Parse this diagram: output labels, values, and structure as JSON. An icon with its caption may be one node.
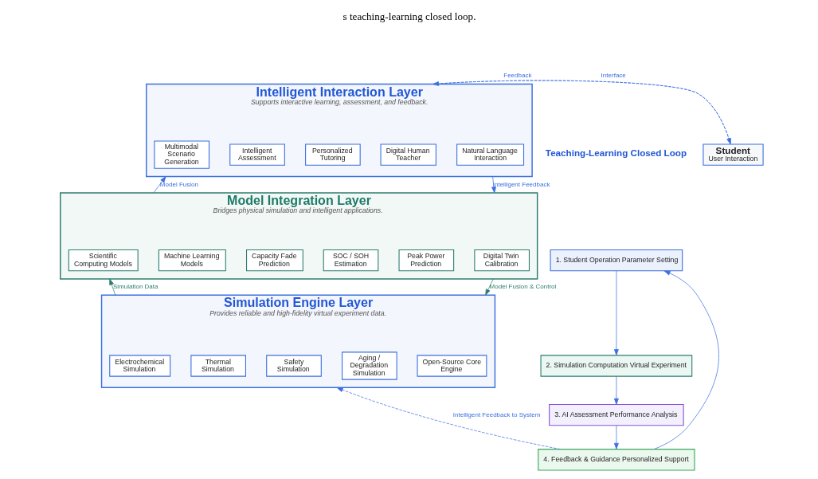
{
  "diagram": {
    "nodes": [
      {
        "text": [
          "Intelligent Interaction Layer",
          "Supports interactive learning, assessment, and feedback."
        ]
      },
      {
        "text": [
          "Multimodal Scenario Generation"
        ],
        "in": 0
      },
      {
        "text": [
          "Intelligent Assessment"
        ],
        "in": 0
      },
      {
        "text": [
          "Personalized Tutoring"
        ],
        "in": 0
      },
      {
        "text": [
          "Digital Human Teacher"
        ],
        "in": 0
      },
      {
        "text": [
          "Natural Language Interaction"
        ],
        "in": 0
      },
      {
        "text": [
          "Model Integration Layer",
          "Bridges physical simulation and intelligent applications."
        ]
      },
      {
        "text": [
          "Scientific Computing Models"
        ],
        "in": 6
      },
      {
        "text": [
          "Machine Learning Models"
        ],
        "in": 6
      },
      {
        "text": [
          "Capacity Fade Prediction"
        ],
        "in": 6
      },
      {
        "text": [
          "SOC / SOH Estimation"
        ],
        "in": 6
      },
      {
        "text": [
          "Peak Power Prediction"
        ],
        "in": 6
      },
      {
        "text": [
          "Digital Twin Calibration"
        ],
        "in": 6
      },
      {
        "text": [
          "Simulation Engine Layer",
          "Provides reliable and high-fidelity virtual experiment data."
        ]
      },
      {
        "text": [
          "Electrochemical Simulation"
        ],
        "in": 13
      },
      {
        "text": [
          "Thermal Simulation"
        ],
        "in": 13
      },
      {
        "text": [
          "Safety Simulation"
        ],
        "in": 13
      },
      {
        "text": [
          "Aging / Degradation Simulation"
        ],
        "in": 13
      },
      {
        "text": [
          "Open-Source Core Engine"
        ],
        "in": 13
      },
      {
        "text": [
          "Student",
          "User Interaction"
        ]
      },
      {
        "text": [
          "1. Student Operation Parameter Setting"
        ]
      },
      {
        "text": [
          "2. Simulation Computation Virtual Experiment"
        ]
      },
      {
        "text": [
          "3. AI Assessment Performance Analysis"
        ]
      },
      {
        "text": [
          "4. Feedback & Guidance Personalized Support"
        ]
      }
    ],
    "edges": [
      {
        "from": 0,
        "to": 19,
        "arrow": "to",
        "label": "Interface",
        "style": "dashed"
      },
      {
        "from": 19,
        "to": 0,
        "arrow": "to",
        "label": "Feedback",
        "style": "dashed"
      },
      {
        "from": 6,
        "to": 0,
        "arrow": "to",
        "label": "Model Fusion"
      },
      {
        "from": 0,
        "to": 6,
        "arrow": "to",
        "label": "Intelligent Feedback"
      },
      {
        "from": 13,
        "to": 6,
        "arrow": "to",
        "label": "Simulation Data",
        "color": "#2e7d6e"
      },
      {
        "from": 6,
        "to": 13,
        "arrow": "to",
        "label": "Model Fusion & Control",
        "color": "#2e7d6e"
      },
      {
        "from": 20,
        "to": 21,
        "arrow": "to"
      },
      {
        "from": 21,
        "to": 22,
        "arrow": "to"
      },
      {
        "from": 22,
        "to": 23,
        "arrow": "to"
      },
      {
        "from": 23,
        "to": 20,
        "arrow": "to"
      },
      {
        "from": 23,
        "to": 13,
        "arrow": "to",
        "label": "Intelligent Feedback to System",
        "style": "dashed"
      }
    ],
    "labels": [
      "s teaching-learning closed loop.",
      "Teaching-Learning Closed Loop"
    ]
  }
}
